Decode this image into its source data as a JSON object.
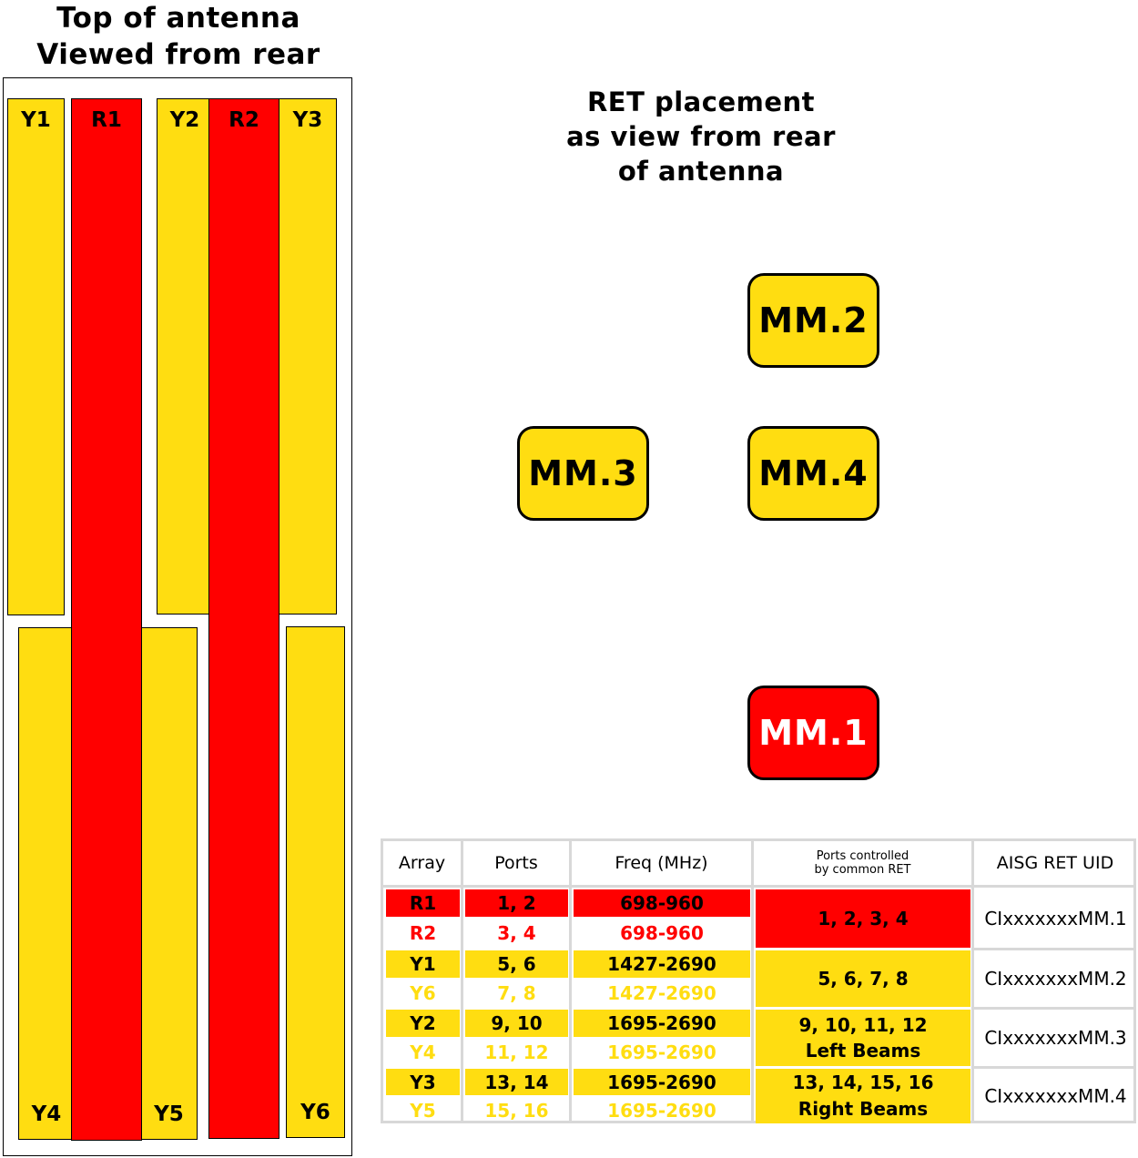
{
  "left_title": {
    "line1": "Top of antenna",
    "line2": "Viewed from rear"
  },
  "right_title": {
    "line1": "RET placement",
    "line2": "as view from rear",
    "line3": "of antenna"
  },
  "arrays": [
    {
      "label": "Y1",
      "color": "#ffdd11"
    },
    {
      "label": "R1",
      "color": "#ff0000"
    },
    {
      "label": "Y2",
      "color": "#ffdd11"
    },
    {
      "label": "R2",
      "color": "#ff0000"
    },
    {
      "label": "Y3",
      "color": "#ffdd11"
    },
    {
      "label": "Y4",
      "color": "#ffdd11"
    },
    {
      "label": "Y5",
      "color": "#ffdd11"
    },
    {
      "label": "Y6",
      "color": "#ffdd11"
    }
  ],
  "rets": [
    {
      "label": "MM.2",
      "color": "#ffdd11"
    },
    {
      "label": "MM.3",
      "color": "#ffdd11"
    },
    {
      "label": "MM.4",
      "color": "#ffdd11"
    },
    {
      "label": "MM.1",
      "color": "#ff0000"
    }
  ],
  "table": {
    "headers": {
      "array": "Array",
      "ports": "Ports",
      "freq": "Freq (MHz)",
      "controlled_line1": "Ports controlled",
      "controlled_line2": "by common RET",
      "uid": "AISG RET UID"
    },
    "rows": [
      {
        "array": "R1",
        "ports": "1, 2",
        "freq": "698-960"
      },
      {
        "array": "R2",
        "ports": "3, 4",
        "freq": "698-960"
      },
      {
        "array": "Y1",
        "ports": "5, 6",
        "freq": "1427-2690"
      },
      {
        "array": "Y6",
        "ports": "7, 8",
        "freq": "1427-2690"
      },
      {
        "array": "Y2",
        "ports": "9, 10",
        "freq": "1695-2690"
      },
      {
        "array": "Y4",
        "ports": "11, 12",
        "freq": "1695-2690"
      },
      {
        "array": "Y3",
        "ports": "13, 14",
        "freq": "1695-2690"
      },
      {
        "array": "Y5",
        "ports": "15, 16",
        "freq": "1695-2690"
      }
    ],
    "groups": [
      {
        "controlled_line1": "1, 2, 3, 4",
        "controlled_line2": "",
        "uid": "CIxxxxxxxMM.1"
      },
      {
        "controlled_line1": "5, 6, 7, 8",
        "controlled_line2": "",
        "uid": "CIxxxxxxxMM.2"
      },
      {
        "controlled_line1": "9, 10, 11, 12",
        "controlled_line2": "Left Beams",
        "uid": "CIxxxxxxxMM.3"
      },
      {
        "controlled_line1": "13, 14, 15, 16",
        "controlled_line2": "Right Beams",
        "uid": "CIxxxxxxxMM.4"
      }
    ]
  }
}
